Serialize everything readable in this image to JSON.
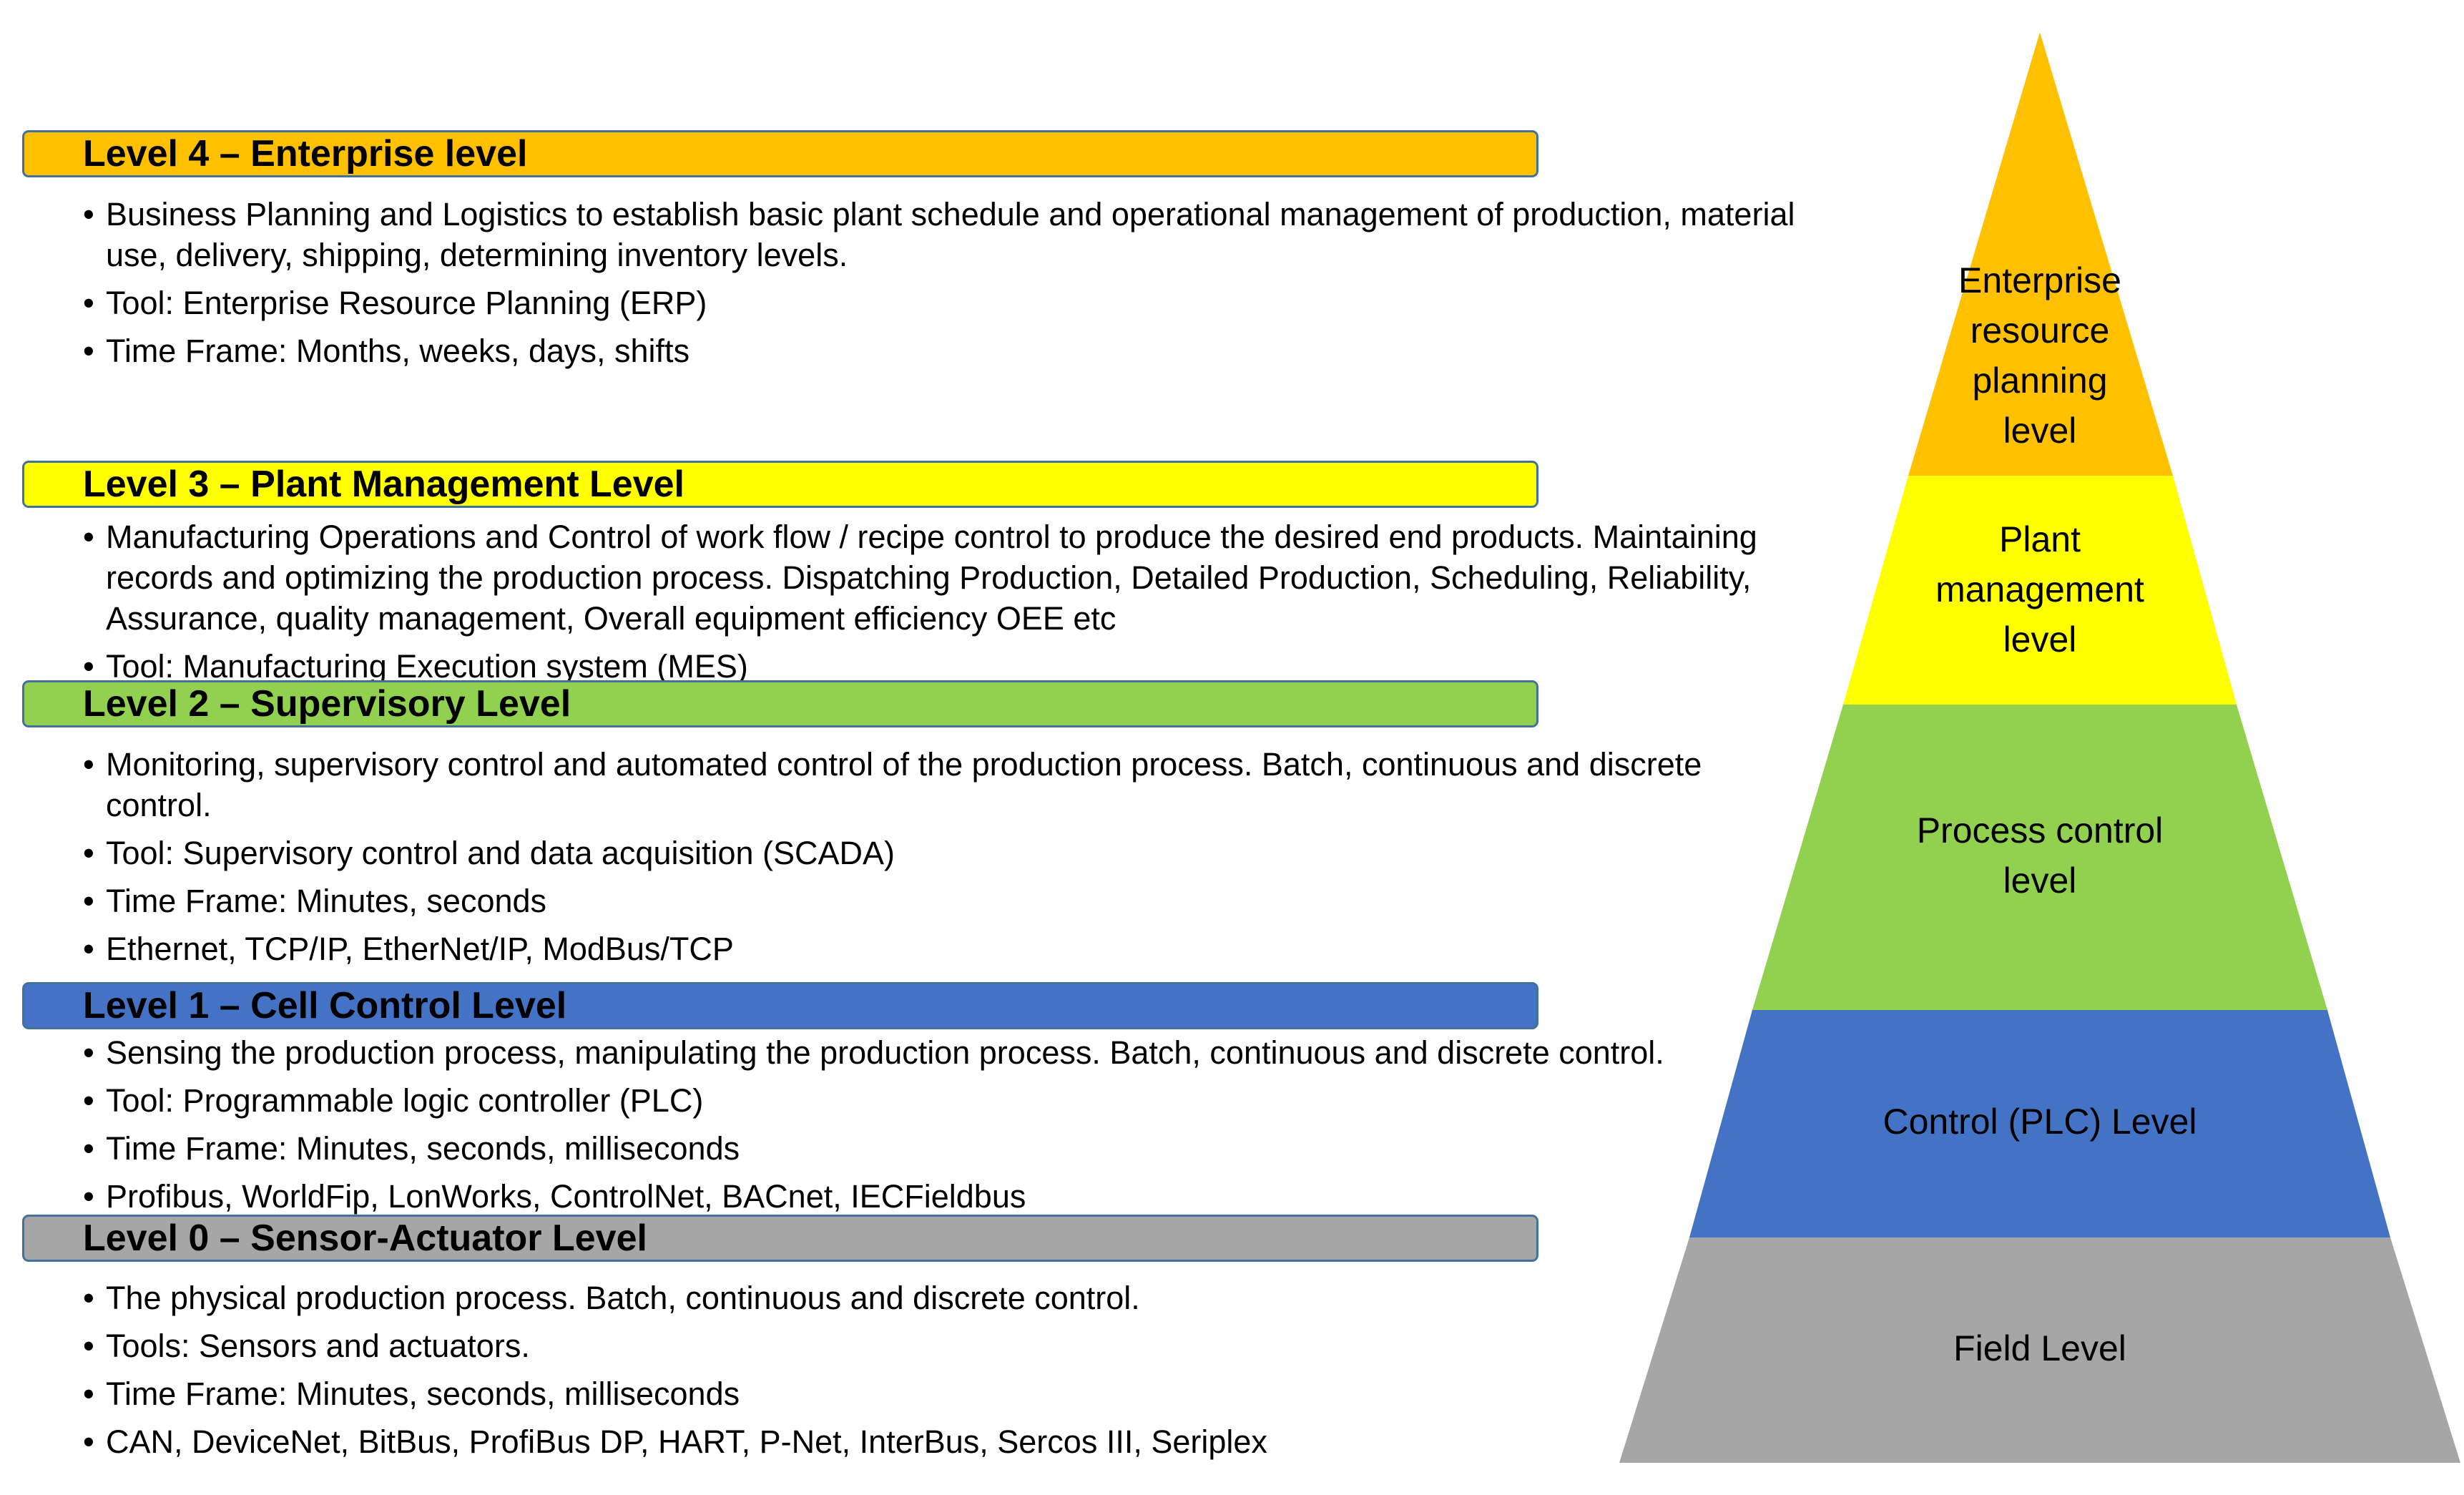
{
  "levels": [
    {
      "header": "Level 4 – Enterprise level",
      "color": "#ffc000",
      "bullets": [
        [
          "Business Planning and Logistics to establish basic plant schedule and operational management of production, material",
          "use, delivery, shipping, determining inventory levels."
        ],
        [
          "Tool: Enterprise Resource Planning (ERP)"
        ],
        [
          "Time Frame: Months, weeks, days, shifts"
        ]
      ]
    },
    {
      "header": "Level 3 – Plant Management Level",
      "color": "#ffff00",
      "bullets": [
        [
          "Manufacturing Operations and Control of work flow / recipe control to produce the desired end products. Maintaining",
          "records and optimizing the production process. Dispatching Production, Detailed Production, Scheduling, Reliability,",
          "Assurance, quality management, Overall equipment efficiency OEE etc"
        ],
        [
          "Tool: Manufacturing Execution system (MES)"
        ]
      ]
    },
    {
      "header": "Level 2 – Supervisory Level",
      "color": "#92d050",
      "bullets": [
        [
          "Monitoring, supervisory control and automated control of the production process. Batch, continuous and discrete",
          "control."
        ],
        [
          "Tool: Supervisory control and data acquisition (SCADA)"
        ],
        [
          "Time Frame: Minutes, seconds"
        ],
        [
          "Ethernet, TCP/IP, EtherNet/IP, ModBus/TCP"
        ]
      ]
    },
    {
      "header": "Level 1 – Cell Control Level",
      "color": "#4472c4",
      "bullets": [
        [
          "Sensing the production process, manipulating the production process. Batch, continuous and discrete control."
        ],
        [
          "Tool: Programmable logic controller (PLC)"
        ],
        [
          "Time Frame: Minutes, seconds, milliseconds"
        ],
        [
          "Profibus, WorldFip, LonWorks, ControlNet, BACnet, IECFieldbus"
        ]
      ]
    },
    {
      "header": "Level 0 – Sensor-Actuator Level",
      "color": "#a6a6a6",
      "bullets": [
        [
          "The physical production process. Batch, continuous and discrete control."
        ],
        [
          "Tools: Sensors and actuators."
        ],
        [
          "Time Frame: Minutes, seconds, milliseconds"
        ],
        [
          "CAN, DeviceNet, BitBus, ProfiBus DP, HART, P-Net, InterBus, Sercos III, Seriplex"
        ]
      ]
    }
  ],
  "pyramid": [
    {
      "label": [
        "Enterprise",
        "resource",
        "planning",
        "level"
      ],
      "color": "#ffc000"
    },
    {
      "label": [
        "Plant",
        "management",
        "level"
      ],
      "color": "#ffff00"
    },
    {
      "label": [
        "Process control",
        "level"
      ],
      "color": "#92d050"
    },
    {
      "label": [
        "Control (PLC) Level"
      ],
      "color": "#4472c4"
    },
    {
      "label": [
        "Field Level"
      ],
      "color": "#a6a6a6"
    }
  ]
}
